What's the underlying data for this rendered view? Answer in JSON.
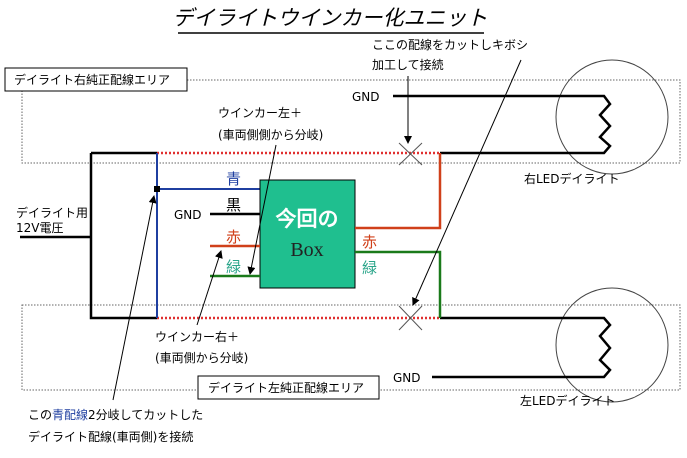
{
  "title": "デイライトウインカー化ユニット",
  "labels": {
    "right_area": "デイライト右純正配線エリア",
    "left_area": "デイライト左純正配線エリア",
    "right_led": "右LEDデイライト",
    "left_led": "左LEDデイライト",
    "gnd_top": "GND",
    "gnd_bottom": "GND",
    "gnd_box": "GND",
    "power_line1": "デイライト用",
    "power_line2": "12V電圧",
    "cut_note_line1": "ここの配線をカットしキボシ",
    "cut_note_line2": "加工して接続",
    "winker_left_line1": "ウインカー左＋",
    "winker_left_line2": "(車両側側から分岐)",
    "winker_right_line1": "ウインカー右＋",
    "winker_right_line2": "(車両側から分岐)",
    "blue_note_pre": "この",
    "blue_note_blue": "青配線",
    "blue_note_post": "2分岐してカットした",
    "blue_note_line2": "デイライト配線(車両側)を接続"
  },
  "box": {
    "line1": "今回の",
    "line2": "Box"
  },
  "wires": {
    "blue": "青",
    "black": "黒",
    "red_in": "赤",
    "green_in": "緑",
    "red_out": "赤",
    "green_out": "緑"
  },
  "colors": {
    "box": "#1fbf8f",
    "blue": "#1f3fa0",
    "red": "#d0401a",
    "green": "#1a7a1a",
    "teal": "#2aa58a"
  }
}
